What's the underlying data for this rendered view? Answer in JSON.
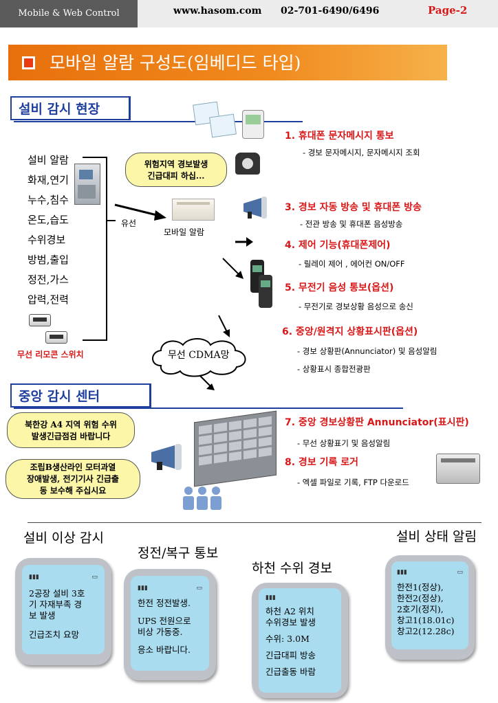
{
  "header": {
    "left": "Mobile & Web Control",
    "site": "www.hasom.com",
    "phone": "02-701-6490/6496",
    "page": "Page-2"
  },
  "title": "모바일 알람 구성도(임베디드 타입)",
  "section1": "설비 감시 현장",
  "section2": "중앙 감시 센터",
  "equipment": [
    "설비 알람",
    "화재,연기",
    "누수,침수",
    "온도,습도",
    "수위경보",
    "방범,출입",
    "정전,가스",
    "압력,전력"
  ],
  "remote_switch": "무선 리모콘 스위치",
  "wired": "유선",
  "mobile_alarm": "모바일 알람",
  "cdma": "무선 CDMA망",
  "bubble_top": [
    "위험지역 경보발생",
    "긴급대피 하십..."
  ],
  "bubble_center1": [
    "북한강 A4 지역 위험 수위",
    "발생긴급점검 바랍니다"
  ],
  "bubble_center2": [
    "조립B생산라인 모터과열",
    "장애발생, 전기기사 긴급출",
    "동 보수해 주십시요"
  ],
  "features": [
    {
      "title": "1. 휴대폰 문자메시지 통보",
      "desc": [
        "- 경보 문자메시지, 문자메시지 조회"
      ]
    },
    {
      "title": "3. 경보 자동 방송 및 휴대폰 방송",
      "desc": [
        "- 전관 방송 및 휴대폰 음성방송"
      ]
    },
    {
      "title": "4. 제어 기능(휴대폰제어)",
      "desc": [
        "- 릴레이 제어 , 에어컨 ON/OFF"
      ]
    },
    {
      "title": "5. 무전기 음성 통보(옵션)",
      "desc": [
        "- 무전기로 경보상황 음성으로 송신"
      ]
    },
    {
      "title": "6. 중앙/원격지 상황표시판(옵션)",
      "desc": [
        "- 경보 상황판(Annunciator) 및 음성알림",
        "- 상황표시 종합전광판"
      ]
    },
    {
      "title": "7. 중앙 경보상황판 Annunciator(표시판)",
      "desc": [
        "- 무선 상황표기 및 음성알림"
      ]
    },
    {
      "title": "8. 경보 기록 로거",
      "desc": [
        "- 엑셀 파일로 기록, FTP 다운로드"
      ]
    }
  ],
  "phones": [
    {
      "label": "설비 이상 감시",
      "lines": [
        "2공장 설비 3호",
        "기 자재부족 경",
        "보 발생",
        "",
        "긴급조치 요망"
      ]
    },
    {
      "label": "정전/복구 통보",
      "lines": [
        "한전 정전발생.",
        "",
        "UPS 전원으로",
        "비상 가동중.",
        "",
        "응소 바랍니다."
      ]
    },
    {
      "label": "하천 수위 경보",
      "lines": [
        "하천 A2 위치",
        "수위경보 발생",
        "",
        "수위: 3.0M",
        "",
        "긴급대피 방송",
        "",
        "긴급출동 바람"
      ]
    },
    {
      "label": "설비 상태 알림",
      "lines": [
        "한전1(정상),",
        "한전2(정상),",
        "2호기(정지),",
        "창고1(18.01c)",
        "창고2(12.28c)"
      ]
    }
  ],
  "colors": {
    "accent": "#e8700c",
    "heading": "#1f3f9f",
    "feature_red": "#d81818",
    "screen": "#a9dcef",
    "bubble": "#fbf6a8"
  }
}
